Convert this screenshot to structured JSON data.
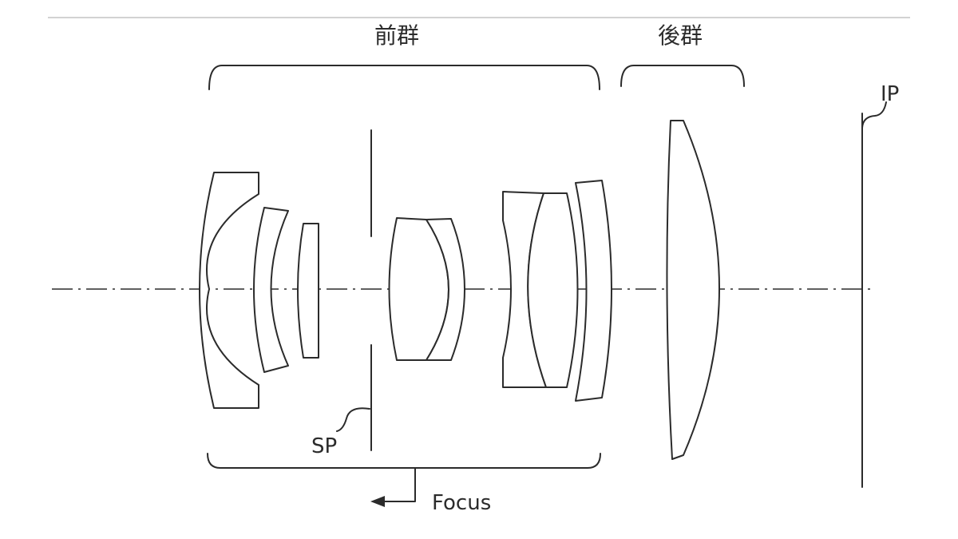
{
  "labels": {
    "front_group": "前群",
    "rear_group": "後群",
    "image_plane": "IP",
    "aperture_stop": "SP",
    "focus": "Focus"
  }
}
